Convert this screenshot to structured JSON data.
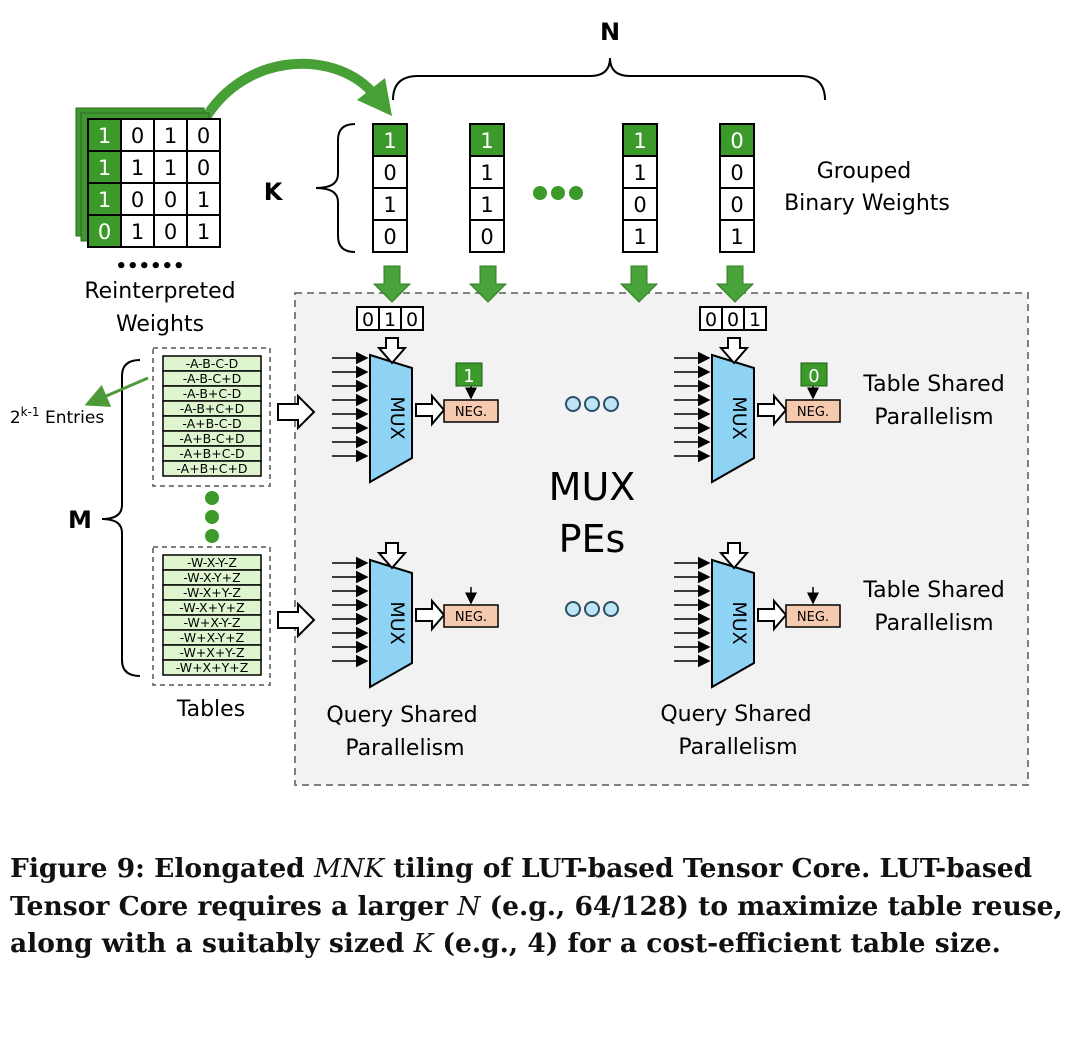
{
  "diagram": {
    "n_label": "N",
    "k_label": "K",
    "m_label": "M",
    "reinterpreted_weights": {
      "label_line1": "Reinterpreted",
      "label_line2": "Weights",
      "dots": "••••••",
      "rows": [
        [
          "1",
          "0",
          "1",
          "0"
        ],
        [
          "1",
          "1",
          "1",
          "0"
        ],
        [
          "1",
          "0",
          "0",
          "1"
        ],
        [
          "0",
          "1",
          "0",
          "1"
        ]
      ]
    },
    "grouped_weights": {
      "label_line1": "Grouped",
      "label_line2": "Binary Weights",
      "columns": [
        [
          "1",
          "0",
          "1",
          "0"
        ],
        [
          "1",
          "1",
          "1",
          "0"
        ],
        [
          "1",
          "1",
          "0",
          "1"
        ],
        [
          "0",
          "0",
          "0",
          "1"
        ]
      ]
    },
    "entries_label": "2",
    "entries_sup": "k-1",
    "entries_suffix": " Entries",
    "table1": [
      "-A-B-C-D",
      "-A-B-C+D",
      "-A-B+C-D",
      "-A-B+C+D",
      "-A+B-C-D",
      "-A+B-C+D",
      "-A+B+C-D",
      "-A+B+C+D"
    ],
    "table2": [
      "-W-X-Y-Z",
      "-W-X-Y+Z",
      "-W-X+Y-Z",
      "-W-X+Y+Z",
      "-W+X-Y-Z",
      "-W+X-Y+Z",
      "-W+X+Y-Z",
      "-W+X+Y+Z"
    ],
    "tables_label": "Tables",
    "selector1": [
      "0",
      "1",
      "0"
    ],
    "selector2": [
      "0",
      "0",
      "1"
    ],
    "sign1": "1",
    "sign2": "0",
    "mux_label": "MUX",
    "neg_label": "NEG.",
    "pes_label_line1": "MUX",
    "pes_label_line2": "PEs",
    "table_shared_line1": "Table Shared",
    "table_shared_line2": "Parallelism",
    "query_shared_line1": "Query Shared",
    "query_shared_line2": "Parallelism"
  },
  "caption": {
    "part1": "Figure 9: Elongated ",
    "part2_italic": "MNK",
    "part3": " tiling of LUT-based Tensor Core. LUT-based Tensor Core requires a larger ",
    "part4_italic": "N",
    "part5": " (e.g., 64/128) to maximize table reuse, along with a suitably sized ",
    "part6_italic": "K",
    "part7": " (e.g., 4) for a cost-efficient table size."
  },
  "colors": {
    "green": "#3c9a2a",
    "dark_green": "#2f7f20",
    "mux_blue": "#8fd3f4",
    "neg_salmon": "#f5c9ae",
    "table_green": "#dff5cf",
    "panel_gray": "#f2f2f2"
  }
}
